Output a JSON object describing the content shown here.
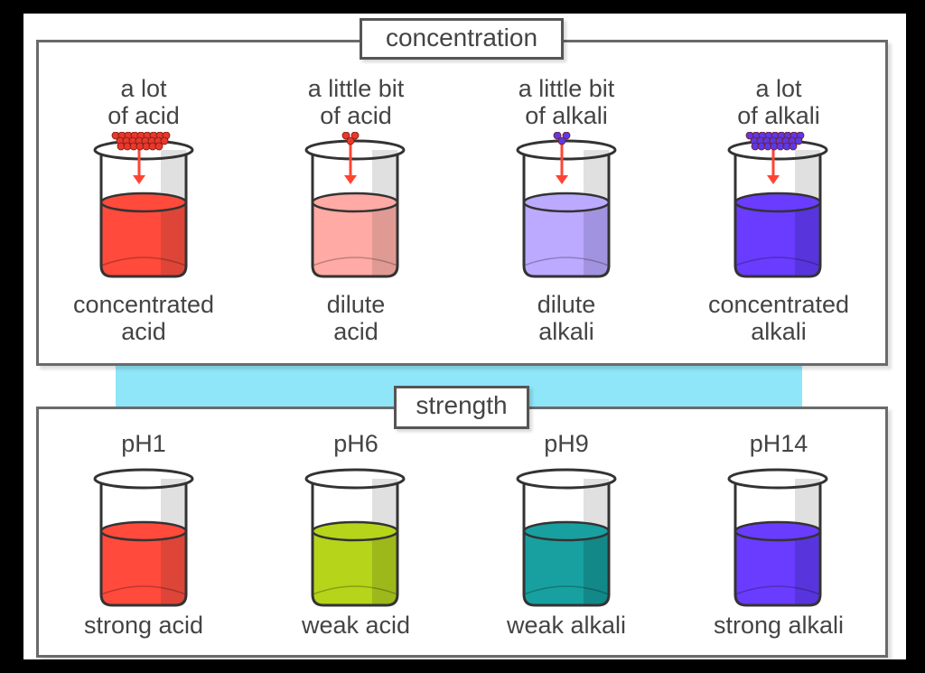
{
  "colors": {
    "background_outer": "#000000",
    "canvas": "#ffffff",
    "panel_border": "#6a6a6a",
    "connector_band": "#8ee6f8",
    "arrow": "#ff4433",
    "text": "#444444",
    "glass_shade": "#e0e0e0"
  },
  "concentration_panel": {
    "title": "concentration",
    "items": [
      {
        "top_label_1": "a lot",
        "top_label_2": "of acid",
        "bottom_label_1": "concentrated",
        "bottom_label_2": "acid",
        "liquid": "#ff4a3c",
        "liquid_shade": "#dd4538",
        "particles": "many",
        "particle_color": "#e8382c"
      },
      {
        "top_label_1": "a little bit",
        "top_label_2": "of acid",
        "bottom_label_1": "dilute",
        "bottom_label_2": "acid",
        "liquid": "#ffaaa4",
        "liquid_shade": "#e09a94",
        "particles": "few",
        "particle_color": "#e8382c"
      },
      {
        "top_label_1": "a little bit",
        "top_label_2": "of alkali",
        "bottom_label_1": "dilute",
        "bottom_label_2": "alkali",
        "liquid": "#bbaaff",
        "liquid_shade": "#a293e0",
        "particles": "few",
        "particle_color": "#5a3ae8"
      },
      {
        "top_label_1": "a lot",
        "top_label_2": "of alkali",
        "bottom_label_1": "concentrated",
        "bottom_label_2": "alkali",
        "liquid": "#6a3cff",
        "liquid_shade": "#5834dd",
        "particles": "many",
        "particle_color": "#5a3ae8"
      }
    ]
  },
  "strength_panel": {
    "title": "strength",
    "items": [
      {
        "ph": "pH1",
        "label": "strong acid",
        "liquid": "#ff4a3c",
        "liquid_shade": "#dd4538"
      },
      {
        "ph": "pH6",
        "label": "weak acid",
        "liquid": "#b5d41a",
        "liquid_shade": "#9db81a"
      },
      {
        "ph": "pH9",
        "label": "weak alkali",
        "liquid": "#18a0a0",
        "liquid_shade": "#138888"
      },
      {
        "ph": "pH14",
        "label": "strong alkali",
        "liquid": "#6a3cff",
        "liquid_shade": "#5834dd"
      }
    ]
  }
}
